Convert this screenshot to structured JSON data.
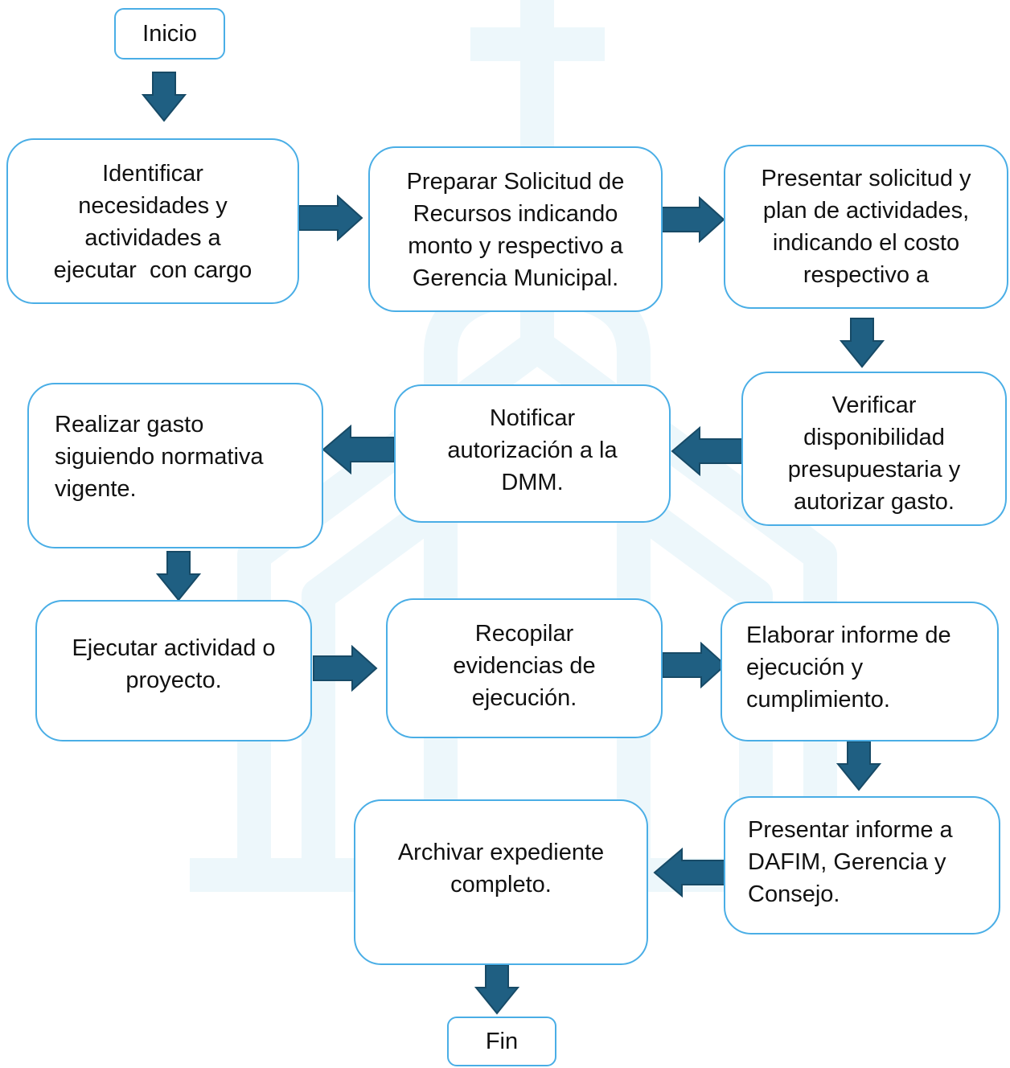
{
  "colors": {
    "box_border": "#4aaee6",
    "arrow_fill": "#1f5f82",
    "arrow_stroke": "#174a66",
    "watermark": "#edf7fb",
    "text": "#111111"
  },
  "start": {
    "label": "Inicio"
  },
  "end": {
    "label": "Fin"
  },
  "steps": {
    "identificar": {
      "lines": [
        "Identificar",
        "necesidades y",
        "actividades a",
        "ejecutar  con cargo"
      ]
    },
    "preparar": {
      "lines": [
        "Preparar Solicitud de",
        "Recursos indicando",
        "monto y respectivo a",
        "Gerencia Municipal."
      ]
    },
    "presentar_solicitud": {
      "lines": [
        "Presentar solicitud y",
        "plan de actividades,",
        "indicando el costo",
        "respectivo a"
      ]
    },
    "verificar": {
      "lines": [
        "Verificar",
        "disponibilidad",
        "presupuestaria y",
        "autorizar gasto."
      ]
    },
    "notificar": {
      "lines": [
        "Notificar",
        "autorización a la",
        "DMM."
      ]
    },
    "realizar": {
      "lines": [
        "Realizar gasto",
        "siguiendo normativa",
        "vigente."
      ]
    },
    "ejecutar": {
      "lines": [
        "Ejecutar actividad o",
        "proyecto."
      ]
    },
    "recopilar": {
      "lines": [
        "Recopilar",
        "evidencias de",
        "ejecución."
      ]
    },
    "elaborar": {
      "lines": [
        "Elaborar informe de",
        "ejecución y",
        "cumplimiento."
      ]
    },
    "presentar_informe": {
      "lines": [
        "Presentar informe a",
        "DAFIM, Gerencia y",
        "Consejo."
      ]
    },
    "archivar": {
      "lines": [
        "Archivar expediente",
        "completo."
      ]
    }
  },
  "arrows": [
    {
      "from": "start",
      "to": "identificar",
      "direction": "down"
    },
    {
      "from": "identificar",
      "to": "preparar",
      "direction": "right"
    },
    {
      "from": "preparar",
      "to": "presentar_solicitud",
      "direction": "right"
    },
    {
      "from": "presentar_solicitud",
      "to": "verificar",
      "direction": "down"
    },
    {
      "from": "verificar",
      "to": "notificar",
      "direction": "left"
    },
    {
      "from": "notificar",
      "to": "realizar",
      "direction": "left"
    },
    {
      "from": "realizar",
      "to": "ejecutar",
      "direction": "down"
    },
    {
      "from": "ejecutar",
      "to": "recopilar",
      "direction": "right"
    },
    {
      "from": "recopilar",
      "to": "elaborar",
      "direction": "right"
    },
    {
      "from": "elaborar",
      "to": "presentar_informe",
      "direction": "down"
    },
    {
      "from": "presentar_informe",
      "to": "archivar",
      "direction": "left"
    },
    {
      "from": "archivar",
      "to": "end",
      "direction": "down"
    }
  ]
}
